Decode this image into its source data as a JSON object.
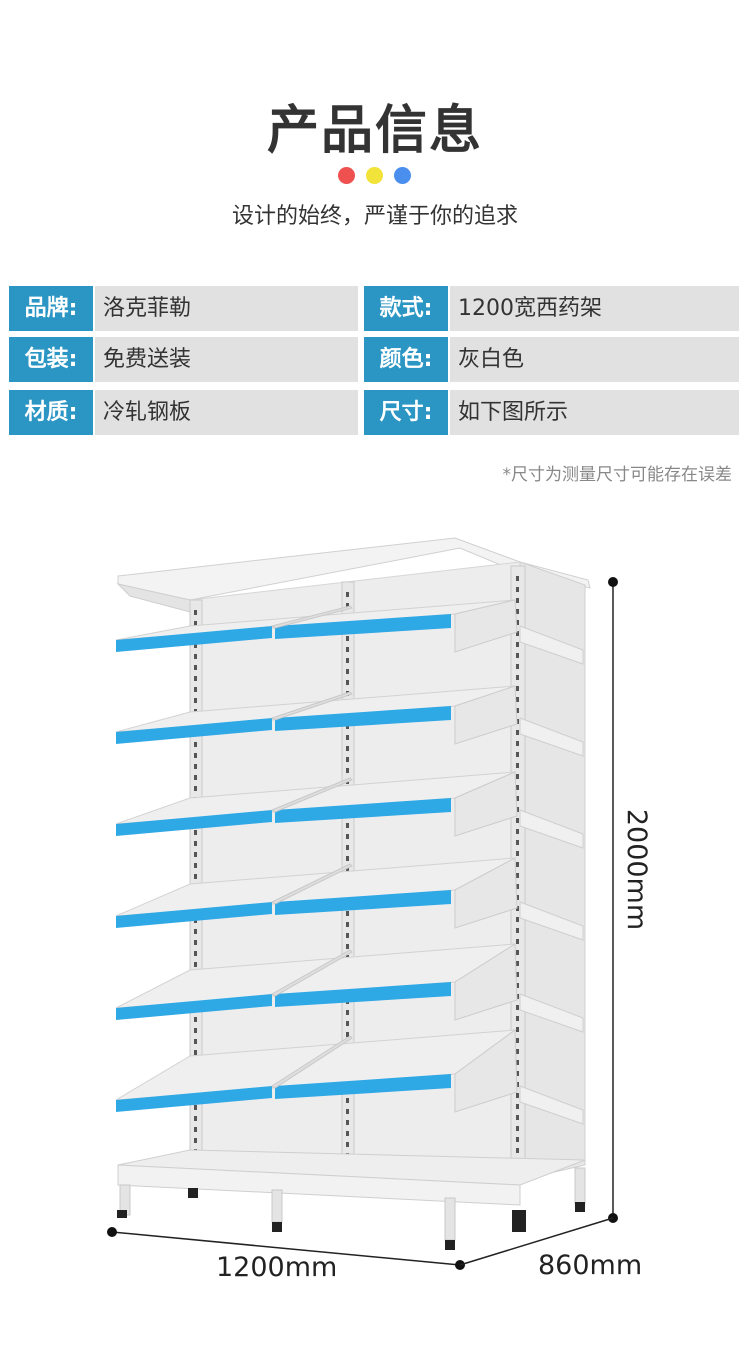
{
  "header": {
    "title": "产品信息",
    "subtitle": "设计的始终，严谨于你的追求",
    "dot_colors": [
      "#ef5050",
      "#f1e33a",
      "#4a8fee"
    ]
  },
  "specs": [
    {
      "label": "品牌:",
      "value": "洛克菲勒"
    },
    {
      "label": "款式:",
      "value": "1200宽西药架"
    },
    {
      "label": "包装:",
      "value": "免费送装"
    },
    {
      "label": "颜色:",
      "value": "灰白色"
    },
    {
      "label": "材质:",
      "value": "冷轧钢板"
    },
    {
      "label": "尺寸:",
      "value": "如下图所示"
    }
  ],
  "note": "*尺寸为测量尺寸可能存在误差",
  "dimensions": {
    "height": "2000mm",
    "width": "1200mm",
    "depth": "860mm"
  },
  "colors": {
    "label_bg": "#2b96c4",
    "value_bg": "#e1e1e1",
    "shelf_edge": "#2fa8e6",
    "shelf_metal": "#efefef"
  },
  "product": {
    "shelf_tiers": 6
  }
}
